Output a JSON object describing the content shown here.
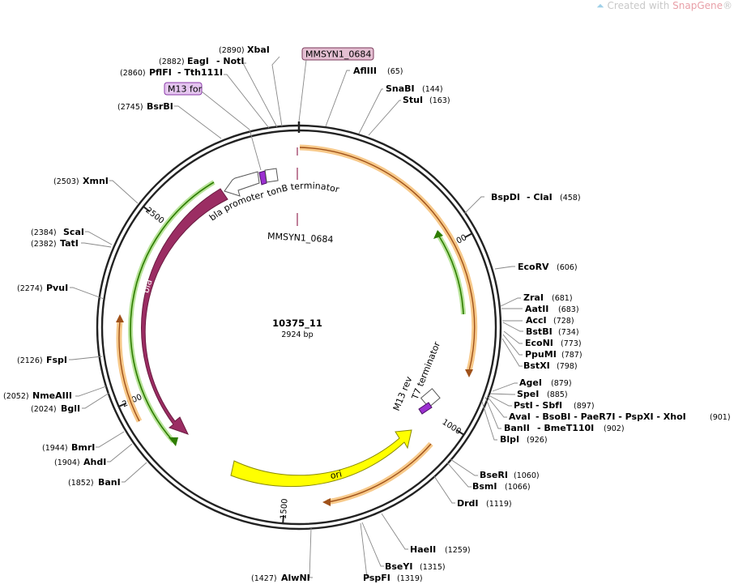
{
  "watermark": {
    "prefix": "Created with ",
    "brand": "SnapGene",
    "suffix": "®"
  },
  "plasmid": {
    "name": "10375_11",
    "length_label": "2924 bp",
    "length": 2924
  },
  "ticks": [
    {
      "pos": 500,
      "label": "500"
    },
    {
      "pos": 1000,
      "label": "1000"
    },
    {
      "pos": 1500,
      "label": "1500"
    },
    {
      "pos": 2000,
      "label": "2000"
    },
    {
      "pos": 2500,
      "label": "2500"
    }
  ],
  "features": {
    "bla": "bla",
    "bla_promoter": "bla promoter",
    "tonB": "tonB terminator",
    "mmsyn_inner": "MMSYN1_0684",
    "mmsyn_box": "MMSYN1_0684",
    "ori": "ori",
    "t7": "T7 terminator",
    "m13rev": "M13 rev",
    "m13for": "M13 for"
  },
  "colors": {
    "bla": "#9b2d63",
    "ori": "#ffff00",
    "orf": "#f5a030",
    "promoter": "#ffffff",
    "primer": "#9b30d0",
    "greenArrow": "#2e7d00"
  },
  "sites": {
    "XbaI": {
      "name": "XbaI",
      "pos": "(2890)"
    },
    "EagI": {
      "name": "EagI",
      "pos": "(2882)",
      "extra": "- NotI"
    },
    "PflFI": {
      "name": "PflFI",
      "pos": "(2860)",
      "extra": "- Tth111I"
    },
    "BsrBI": {
      "name": "BsrBI",
      "pos": "(2745)"
    },
    "AflIII": {
      "name": "AflIII",
      "pos": "(65)"
    },
    "SnaBI": {
      "name": "SnaBI",
      "pos": "(144)"
    },
    "StuI": {
      "name": "StuI",
      "pos": "(163)"
    },
    "BspDI": {
      "name": "BspDI",
      "extra": "- ClaI",
      "pos": "(458)"
    },
    "EcoRV": {
      "name": "EcoRV",
      "pos": "(606)"
    },
    "ZraI": {
      "name": "ZraI",
      "pos": "(681)"
    },
    "AatII": {
      "name": "AatII",
      "pos": "(683)"
    },
    "AccI": {
      "name": "AccI",
      "pos": "(728)"
    },
    "BstBI": {
      "name": "BstBI",
      "pos": "(734)"
    },
    "EcoNI": {
      "name": "EcoNI",
      "pos": "(773)"
    },
    "PpuMI": {
      "name": "PpuMI",
      "pos": "(787)"
    },
    "BstXI": {
      "name": "BstXI",
      "pos": "(798)"
    },
    "AgeI": {
      "name": "AgeI",
      "pos": "(879)"
    },
    "SpeI": {
      "name": "SpeI",
      "pos": "(885)"
    },
    "PstI": {
      "name": "PstI",
      "extra": "- SbfI",
      "pos": "(897)"
    },
    "AvaI": {
      "name": "AvaI",
      "extra": "- BsoBI - PaeR7I - PspXI - XhoI",
      "pos": "(901)"
    },
    "BanII": {
      "name": "BanII",
      "extra": "- BmeT110I",
      "pos": "(902)"
    },
    "BlpI": {
      "name": "BlpI",
      "pos": "(926)"
    },
    "BseRI": {
      "name": "BseRI",
      "pos": "(1060)"
    },
    "BsmI": {
      "name": "BsmI",
      "pos": "(1066)"
    },
    "DrdI": {
      "name": "DrdI",
      "pos": "(1119)"
    },
    "HaeII": {
      "name": "HaeII",
      "pos": "(1259)"
    },
    "BseYI": {
      "name": "BseYI",
      "pos": "(1315)"
    },
    "PspFI": {
      "name": "PspFI",
      "pos": "(1319)"
    },
    "AlwNI": {
      "name": "AlwNI",
      "pos": "(1427)"
    },
    "BanI": {
      "name": "BanI",
      "pos": "(1852)"
    },
    "AhdI": {
      "name": "AhdI",
      "pos": "(1904)"
    },
    "BmrI": {
      "name": "BmrI",
      "pos": "(1944)"
    },
    "BglI": {
      "name": "BglI",
      "pos": "(2024)"
    },
    "NmeAIII": {
      "name": "NmeAIII",
      "pos": "(2052)"
    },
    "FspI": {
      "name": "FspI",
      "pos": "(2126)"
    },
    "PvuI": {
      "name": "PvuI",
      "pos": "(2274)"
    },
    "TatI": {
      "name": "TatI",
      "pos": "(2382)"
    },
    "ScaI": {
      "name": "ScaI",
      "pos": "(2384)"
    },
    "XmnI": {
      "name": "XmnI",
      "pos": "(2503)"
    }
  }
}
